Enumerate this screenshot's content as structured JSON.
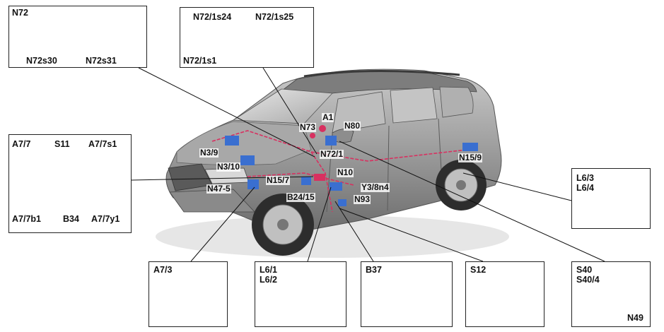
{
  "boxes": {
    "n72": {
      "title": "N72",
      "labels": [
        "N72s30",
        "N72s31"
      ]
    },
    "n72_1": {
      "labels": [
        "N72/1s24",
        "N72/1s25",
        "N72/1s1"
      ]
    },
    "a7_7": {
      "labels": [
        "A7/7",
        "S11",
        "A7/7s1",
        "A7/7b1",
        "B34",
        "A7/7y1"
      ]
    },
    "l6_3": {
      "labels": [
        "L6/3",
        "L6/4"
      ]
    },
    "a7_3": {
      "labels": [
        "A7/3"
      ]
    },
    "l6_1": {
      "labels": [
        "L6/1",
        "L6/2"
      ]
    },
    "b37": {
      "labels": [
        "B37"
      ]
    },
    "s12": {
      "labels": [
        "S12"
      ]
    },
    "s40": {
      "labels": [
        "S40",
        "S40/4",
        "N49"
      ]
    }
  },
  "car_callouts": [
    "A1",
    "N73",
    "N80",
    "N3/9",
    "N72/1",
    "N3/10",
    "N10",
    "N15/9",
    "N15/7",
    "N47-5",
    "Y3/8n4",
    "B24/15",
    "N93"
  ],
  "colors": {
    "frame": "#222222",
    "leader": "#111111",
    "body": "#9a9a9a",
    "wiring": "#d83060",
    "module": "#3a6fd0"
  }
}
